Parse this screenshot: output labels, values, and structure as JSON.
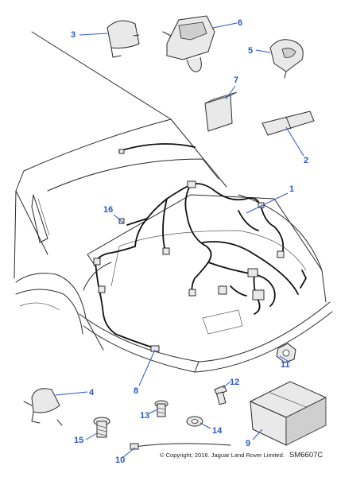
{
  "callouts": {
    "c1": "1",
    "c2": "2",
    "c3": "3",
    "c4": "4",
    "c5": "5",
    "c6": "6",
    "c7": "7",
    "c8": "8",
    "c9": "9",
    "c10": "10",
    "c11": "11",
    "c12": "12",
    "c13": "13",
    "c14": "14",
    "c15": "15",
    "c16": "16"
  },
  "footer": {
    "copyright": "© Copyright, 2016. Jaguar Land Rover Limited.",
    "reference": "SM6607C"
  },
  "colors": {
    "callout": "#2a57c7",
    "line": "#2b2b2b",
    "background": "#ffffff"
  }
}
